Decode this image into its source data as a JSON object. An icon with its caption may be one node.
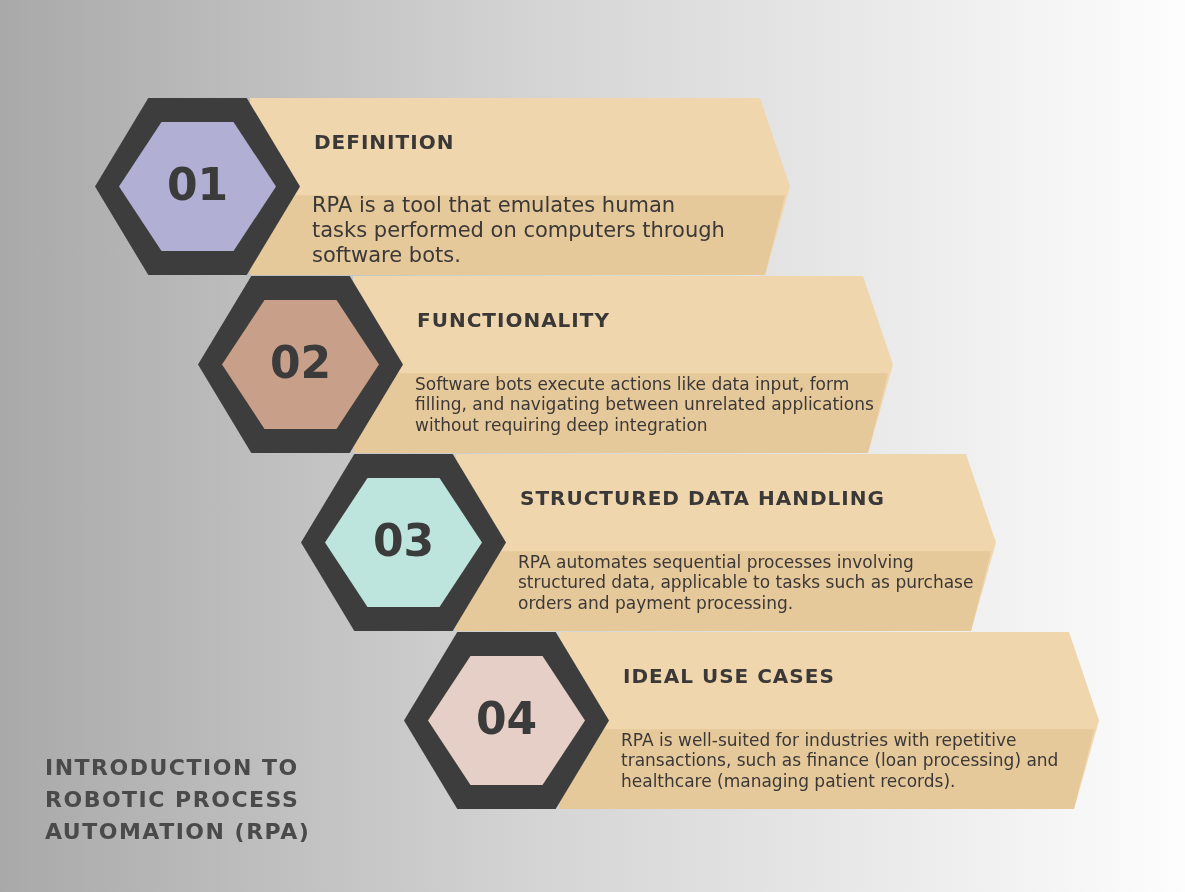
{
  "diagram": {
    "title": "INTRODUCTION TO ROBOTIC PROCESS AUTOMATION (RPA)",
    "nodes": [
      {
        "text": [
          "01"
        ]
      },
      {
        "text": [
          "DEFINITION",
          "RPA is a tool that emulates human tasks performed on computers through software bots."
        ]
      },
      {
        "text": [
          "02"
        ]
      },
      {
        "text": [
          "FUNCTIONALITY",
          "Software bots execute actions like data input, form filling, and navigating between unrelated applications without requiring deep integration"
        ]
      },
      {
        "text": [
          "03"
        ]
      },
      {
        "text": [
          "STRUCTURED DATA HANDLING",
          "RPA automates sequential processes involving structured data, applicable to tasks such as purchase orders and payment processing."
        ]
      },
      {
        "text": [
          "04"
        ]
      },
      {
        "text": [
          "IDEAL USE CASES",
          "RPA is well-suited for industries with repetitive transactions, such as finance (loan processing) and healthcare (managing patient records)."
        ]
      }
    ],
    "edges": []
  }
}
